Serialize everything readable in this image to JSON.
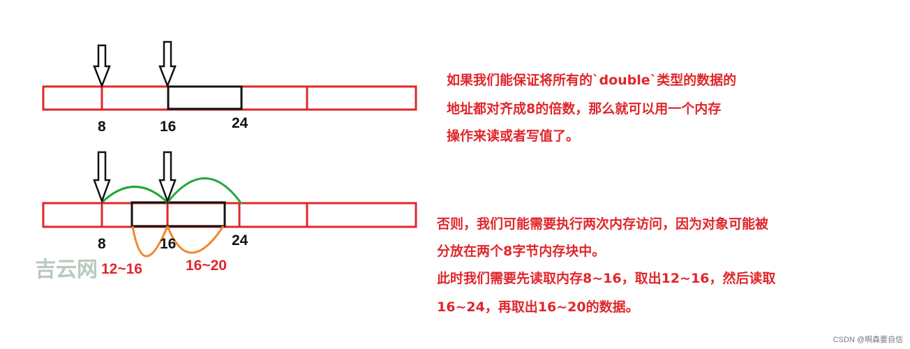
{
  "colors": {
    "memory_cell": "#e0262b",
    "object_box": "#111111",
    "read_arc": "#22a83a",
    "extract_arc": "#f0882a",
    "text": "#e0262b"
  },
  "top_diagram": {
    "labels": [
      "8",
      "16",
      "24"
    ]
  },
  "bottom_diagram": {
    "labels": [
      "8",
      "16",
      "24"
    ],
    "ranges": [
      "12~16",
      "16~20"
    ]
  },
  "watermark": "吉云网",
  "text_aligned": [
    "如果我们能保证将所有的`double`类型的数据的",
    "地址都对齐成8的倍数，那么就可以用一个内存",
    "操作来读或者写值了。"
  ],
  "text_unaligned": [
    "否则，我们可能需要执行两次内存访问，因为对象可能被",
    "分放在两个8字节内存块中。",
    "此时我们需要先读取内存8~16，取出12~16，然后读取",
    "16~24，再取出16~20的数据。"
  ],
  "footer": "CSDN @啊森要自信"
}
